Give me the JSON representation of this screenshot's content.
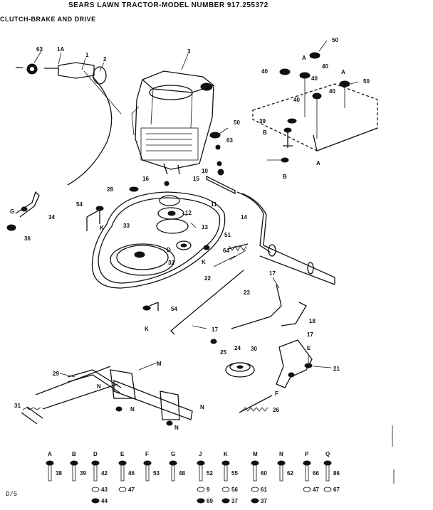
{
  "header": {
    "title": "SEARS LAWN TRACTOR-MODEL NUMBER 917.255372",
    "subtitle": "CLUTCH-BRAKE AND DRIVE"
  },
  "callouts": {
    "c63a": "63",
    "c1A": "1A",
    "c1": "1",
    "c2": "2",
    "c3": "3",
    "c50a": "50",
    "c40a": "40",
    "c40b": "40",
    "c40c": "40",
    "c50b": "50",
    "c40d": "40",
    "cA1": "A",
    "cA2": "A",
    "cA3": "A",
    "cB1": "B",
    "cB2": "B",
    "c50c": "50",
    "c63b": "63",
    "c39": "39",
    "c40e": "40",
    "c10": "10",
    "c16": "16",
    "c15": "15",
    "c28": "28",
    "c11": "11",
    "c14": "14",
    "c54a": "54",
    "cK1": "K",
    "cG": "G",
    "c34": "34",
    "c36": "36",
    "c33": "33",
    "c12": "12",
    "c13": "13",
    "c51": "51",
    "c32": "32",
    "c64": "64",
    "cK2": "K",
    "cD": "D",
    "c22": "22",
    "c23": "23",
    "c17a": "17",
    "c18": "18",
    "c17b": "17",
    "c17c": "17",
    "c54b": "54",
    "cK3": "K",
    "c25": "25",
    "c24": "24",
    "c30": "30",
    "cE": "E",
    "c21": "21",
    "cF": "F",
    "c26": "26",
    "c29": "29",
    "cM": "M",
    "cN1": "N",
    "cN2": "N",
    "cN3": "N",
    "cN4": "N",
    "c31": "31"
  },
  "hardware": [
    {
      "letter": "A",
      "n1": "38"
    },
    {
      "letter": "B",
      "n1": "39"
    },
    {
      "letter": "D",
      "n1": "42",
      "n2": "43",
      "n3": "44"
    },
    {
      "letter": "E",
      "n1": "46",
      "n2": "47"
    },
    {
      "letter": "F",
      "n1": "53"
    },
    {
      "letter": "G",
      "n1": "48"
    },
    {
      "letter": "J",
      "n1": "52",
      "n2": "9",
      "n3": "69"
    },
    {
      "letter": "K",
      "n1": "55",
      "n2": "56",
      "n3": "37"
    },
    {
      "letter": "M",
      "n1": "60",
      "n2": "61",
      "n3": "37"
    },
    {
      "letter": "N",
      "n1": "62"
    },
    {
      "letter": "P",
      "n1": "66",
      "n2": "47"
    },
    {
      "letter": "Q",
      "n1": "86",
      "n2": "67"
    }
  ],
  "footer": {
    "code": "D/5"
  }
}
